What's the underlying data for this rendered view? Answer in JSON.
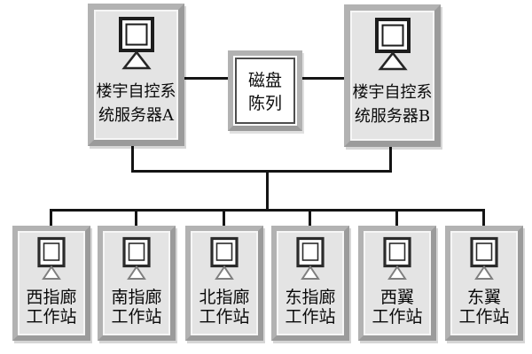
{
  "nodes": {
    "server_a": {
      "line1": "楼宇自控系",
      "line2": "统服务器A"
    },
    "server_b": {
      "line1": "楼宇自控系",
      "line2": "统服务器B"
    },
    "storage": {
      "line1": "磁盘",
      "line2": "陈列"
    },
    "workstations": [
      {
        "line1": "西指廊",
        "line2": "工作站"
      },
      {
        "line1": "南指廊",
        "line2": "工作站"
      },
      {
        "line1": "北指廊",
        "line2": "工作站"
      },
      {
        "line1": "东指廊",
        "line2": "工作站"
      },
      {
        "line1": "西翼",
        "line2": "工作站"
      },
      {
        "line1": "东翼",
        "line2": "工作站"
      }
    ]
  },
  "icons": {
    "server": "crt-monitor-icon",
    "workstation": "crt-monitor-icon"
  },
  "colors": {
    "background": "#ffffff",
    "line": "#141414",
    "box_border": "#b2b2b2",
    "box_border_dark": "#9b9b9b",
    "box_fill": "#e4e4e4",
    "storage_fill": "#ffffff",
    "storage_inner_border": "#4d4d4d",
    "text": "#0a0a0a",
    "icon_stroke": "#1d1d1d",
    "ws_triangle_stroke": "#7f7f7f"
  }
}
